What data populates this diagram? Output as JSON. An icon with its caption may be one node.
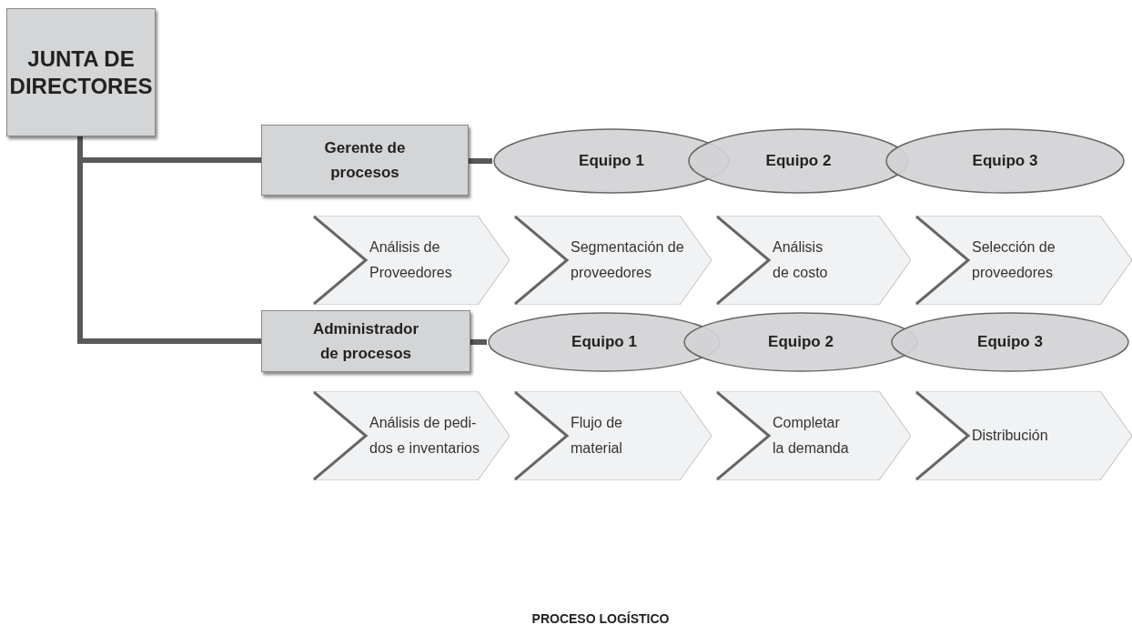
{
  "diagram": {
    "caption": "PROCESO LOGÍSTICO",
    "nodes": [
      {
        "text": [
          "JUNTA DE DIRECTORES"
        ]
      },
      {
        "text": [
          "Gerente de procesos"
        ]
      },
      {
        "text": [
          "Equipo 1"
        ]
      },
      {
        "text": [
          "Equipo 2"
        ]
      },
      {
        "text": [
          "Equipo 3"
        ]
      },
      {
        "text": [
          "Análisis de Proveedores"
        ]
      },
      {
        "text": [
          "Segmentación de proveedores"
        ]
      },
      {
        "text": [
          "Análisis de costo"
        ]
      },
      {
        "text": [
          "Selección de proveedores"
        ]
      },
      {
        "text": [
          "Administrador de procesos"
        ]
      },
      {
        "text": [
          "Equipo 1"
        ]
      },
      {
        "text": [
          "Equipo 2"
        ]
      },
      {
        "text": [
          "Equipo 3"
        ]
      },
      {
        "text": [
          "Análisis de pedi- dos e inventarios"
        ]
      },
      {
        "text": [
          "Flujo de material"
        ]
      },
      {
        "text": [
          "Completar la demanda"
        ]
      },
      {
        "text": [
          "Distribución"
        ]
      }
    ],
    "edges": [
      {
        "from": 0,
        "to": 1,
        "arrow": "none"
      },
      {
        "from": 0,
        "to": 9,
        "arrow": "none"
      },
      {
        "from": 1,
        "to": 2,
        "arrow": "none"
      },
      {
        "from": 9,
        "to": 10,
        "arrow": "none"
      }
    ]
  }
}
